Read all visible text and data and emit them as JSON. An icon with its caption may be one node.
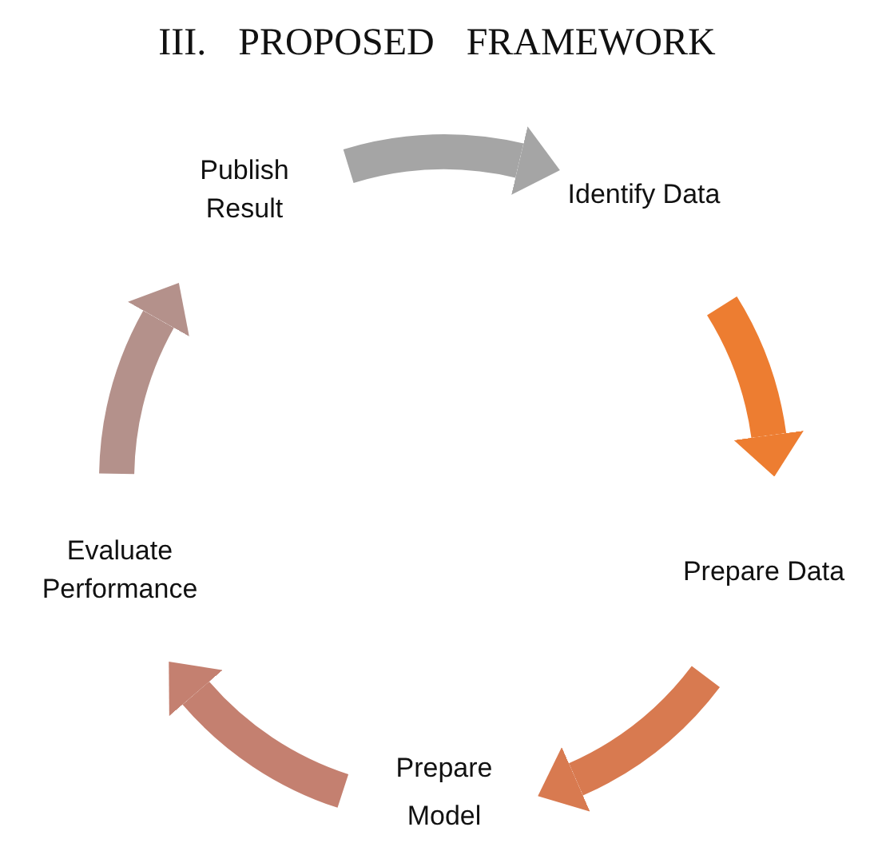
{
  "diagram": {
    "title": "III. PROPOSED FRAMEWORK",
    "nodes": [
      {
        "text": [
          "Publish Result"
        ]
      },
      {
        "text": [
          "Identify Data"
        ]
      },
      {
        "text": [
          "Prepare Data"
        ]
      },
      {
        "text": [
          "Prepare Model"
        ]
      },
      {
        "text": [
          "Evaluate Performance"
        ]
      }
    ],
    "edges": [
      {
        "from": 0,
        "to": 1,
        "arrow": "to",
        "color": "#a5a5a5"
      },
      {
        "from": 1,
        "to": 2,
        "arrow": "to",
        "color": "#ed7d31"
      },
      {
        "from": 2,
        "to": 3,
        "arrow": "to",
        "color": "#d87a50"
      },
      {
        "from": 3,
        "to": 4,
        "arrow": "to",
        "color": "#c48070"
      },
      {
        "from": 4,
        "to": 0,
        "arrow": "to",
        "color": "#b4918b"
      }
    ]
  }
}
